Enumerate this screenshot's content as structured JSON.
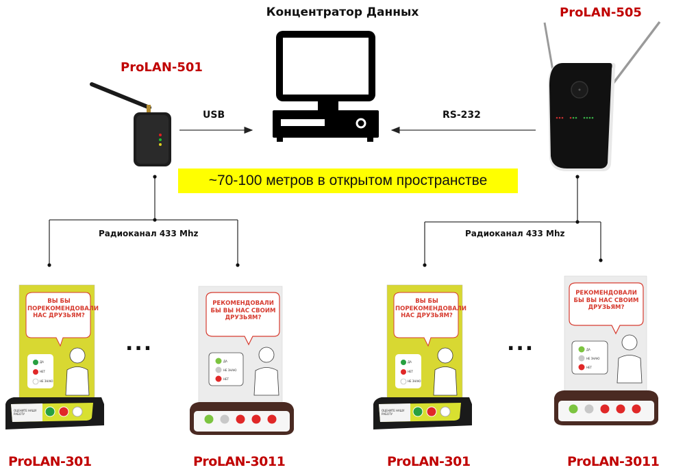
{
  "hub": {
    "title": "Концентратор Данных",
    "icon": "computer-icon"
  },
  "left_receiver": {
    "name": "ProLAN-501",
    "link_label": "USB",
    "icon": "usb-receiver-icon",
    "led_colors": [
      "#e02020",
      "#20c030",
      "#e0d020"
    ]
  },
  "right_receiver": {
    "name": "ProLAN-505",
    "link_label": "RS-232",
    "icon": "dual-antenna-receiver-icon"
  },
  "range_note": "~70-100 метров в открытом пространстве",
  "radio_left": {
    "label": "Радиоканал 433 Mhz"
  },
  "radio_right": {
    "label": "Радиоканал 433 Mhz"
  },
  "ellipsis": "...",
  "terminals": [
    {
      "name": "ProLAN-301",
      "variant": "yellow",
      "question": "ВЫ БЫ ПОРЕКОМЕНДОВАЛИ НАС ДРУЗЬЯМ?",
      "options": [
        "ДА",
        "НЕТ",
        "НЕ ЗНАЮ"
      ],
      "base_caption": "ОЦЕНИТЕ НАШУ РАБОТУ"
    },
    {
      "name": "ProLAN-3011",
      "variant": "white",
      "question": "РЕКОМЕНДОВАЛИ БЫ ВЫ НАС СВОИМ ДРУЗЬЯМ?",
      "options": [
        "ДА",
        "НЕ ЗНАЮ",
        "НЕТ"
      ]
    },
    {
      "name": "ProLAN-301",
      "variant": "yellow",
      "question": "ВЫ БЫ ПОРЕКОМЕНДОВАЛИ НАС ДРУЗЬЯМ?",
      "options": [
        "ДА",
        "НЕТ",
        "НЕ ЗНАЮ"
      ],
      "base_caption": "ОЦЕНИТЕ НАШУ РАБОТУ"
    },
    {
      "name": "ProLAN-3011",
      "variant": "white",
      "question": "РЕКОМЕНДОВАЛИ БЫ ВЫ НАС СВОИМ ДРУЗЬЯМ?",
      "options": [
        "ДА",
        "НЕ ЗНАЮ",
        "НЕТ"
      ]
    }
  ],
  "colors": {
    "accent_red": "#c00000",
    "highlight_yellow": "#ffff00",
    "card_yellow": "#d8d832",
    "btn_green": "#28a040",
    "btn_red": "#e02828",
    "btn_gray": "#c8c8c8"
  }
}
